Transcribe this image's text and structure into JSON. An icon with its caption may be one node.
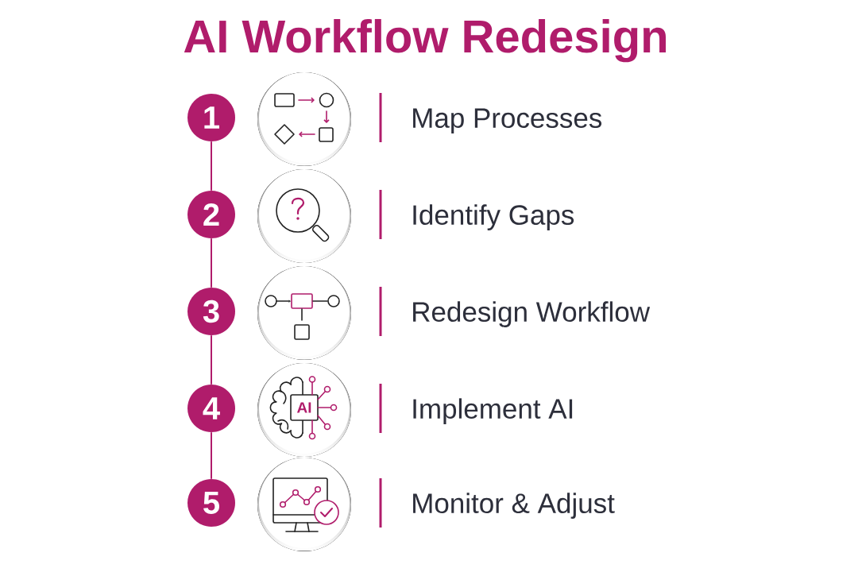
{
  "diagram": {
    "title": "AI Workflow Redesign",
    "nodes": [
      {
        "text": [
          "1"
        ]
      },
      {
        "text": [
          "2"
        ]
      },
      {
        "text": [
          "3"
        ]
      },
      {
        "text": [
          "4"
        ]
      },
      {
        "text": [
          "5"
        ]
      }
    ],
    "edges": [
      {
        "from": 0,
        "to": 1,
        "arrow": "none"
      },
      {
        "from": 1,
        "to": 2,
        "arrow": "none"
      },
      {
        "from": 2,
        "to": 3,
        "arrow": "none"
      },
      {
        "from": 3,
        "to": 4,
        "arrow": "none"
      }
    ],
    "labels": [
      "Map Processes",
      "Identify Gaps",
      "Redesign Workflow",
      "AI",
      "Implement AI",
      "Monitor & Adjust"
    ]
  }
}
